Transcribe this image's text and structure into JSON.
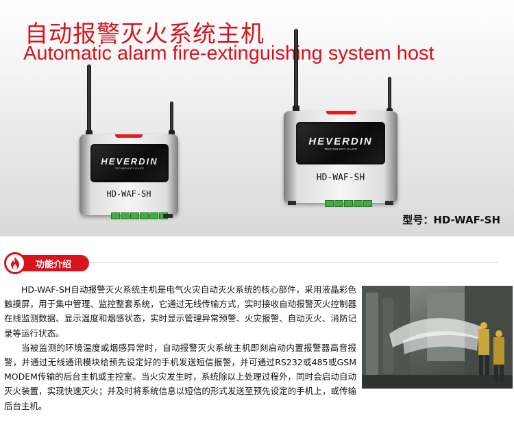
{
  "header": {
    "title_cn": "自动报警灭火系统主机",
    "title_en": "Automatic alarm fire-extinguishing system host"
  },
  "devices": {
    "logo": "HEVERDIN",
    "tagline": "TECHNOLOGY IS LIFE",
    "model_text": "HD-WAF-SH"
  },
  "model_label": "型号：HD-WAF-SH",
  "section": {
    "icon": "flame-icon",
    "title": "功能介绍"
  },
  "description": {
    "paragraphs": [
      "HD-WAF-SH自动报警灭火系统主机是电气火灾自动灭火系统的核心部件，采用液晶彩色触摸屏，用于集中管理、监控整套系统，它通过无线传输方式，实时接收自动报警灭火控制器在线监测数据、显示温度和烟感状态，实时显示管理异常预警、火灾报警、自动灭火、消防记录等运行状态。",
      "当被监测的环境温度或烟感异常时，自动报警灭火系统主机即刻启动内置报警器高音报警，并通过无线通讯模块给预先设定好的手机发送短信报警，并可通过RS232或485或GSM MODEM传输的后台主机或主控室。当火灾发生时，系统除以上处理过程外，同时会启动自动灭火装置，实现快速灭火；并及时将系统信息以短信的形式发送至预先设定的手机上，或传输后台主机。"
    ]
  },
  "colors": {
    "accent": "#d8131b",
    "text": "#111111",
    "terminal_green": "#3fae3f"
  }
}
